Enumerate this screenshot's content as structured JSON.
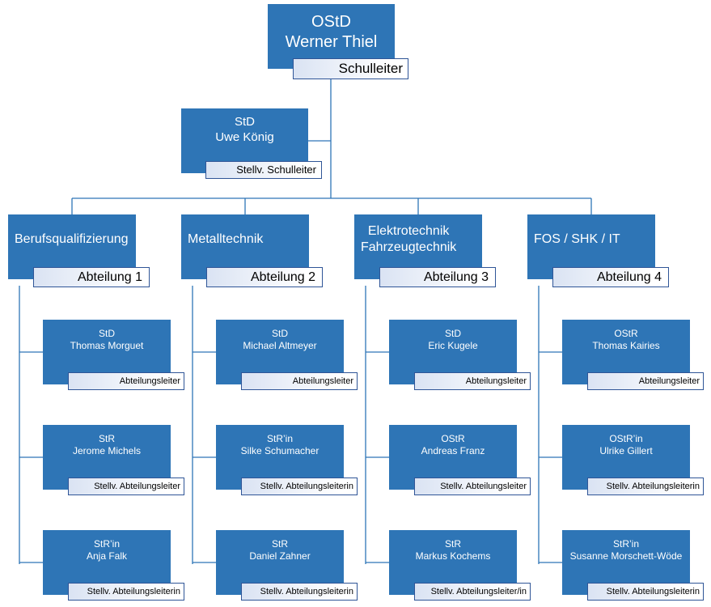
{
  "colors": {
    "node": "#2e75b6",
    "line": "#2e75b6",
    "tag_border": "#2f5597"
  },
  "head": {
    "title": "OStD",
    "name": "Werner Thiel",
    "role": "Schulleiter"
  },
  "deputy": {
    "title": "StD",
    "name": "Uwe König",
    "role": "Stellv. Schulleiter"
  },
  "departments": [
    {
      "name_lines": [
        "Berufsqualifizierung"
      ],
      "label": "Abteilung 1",
      "members": [
        {
          "title": "StD",
          "name": "Thomas Morguet",
          "role": "Abteilungsleiter"
        },
        {
          "title": "StR",
          "name": "Jerome Michels",
          "role": "Stellv. Abteilungsleiter"
        },
        {
          "title": "StR’in",
          "name": "Anja Falk",
          "role": "Stellv. Abteilungsleiterin"
        }
      ]
    },
    {
      "name_lines": [
        "Metalltechnik"
      ],
      "label": "Abteilung 2",
      "members": [
        {
          "title": "StD",
          "name": "Michael Altmeyer",
          "role": "Abteilungsleiter"
        },
        {
          "title": "StR’in",
          "name": "Silke Schumacher",
          "role": "Stellv. Abteilungsleiterin"
        },
        {
          "title": "StR",
          "name": "Daniel Zahner",
          "role": "Stellv. Abteilungsleiterin"
        }
      ]
    },
    {
      "name_lines": [
        "Elektrotechnik",
        "Fahrzeugtechnik"
      ],
      "label": "Abteilung 3",
      "members": [
        {
          "title": "StD",
          "name": "Eric Kugele",
          "role": "Abteilungsleiter"
        },
        {
          "title": "OStR",
          "name": "Andreas Franz",
          "role": "Stellv. Abteilungsleiter"
        },
        {
          "title": "StR",
          "name": "Markus Kochems",
          "role": "Stellv. Abteilungsleiter/in"
        }
      ]
    },
    {
      "name_lines": [
        "FOS / SHK / IT"
      ],
      "label": "Abteilung 4",
      "members": [
        {
          "title": "OStR",
          "name": "Thomas Kairies",
          "role": "Abteilungsleiter"
        },
        {
          "title": "OStR’in",
          "name": "Ulrike Gillert",
          "role": "Stellv. Abteilungsleiterin"
        },
        {
          "title": "StR’in",
          "name": "Susanne Morschett-Wöde",
          "role": "Stellv. Abteilungsleiterin"
        }
      ]
    }
  ]
}
